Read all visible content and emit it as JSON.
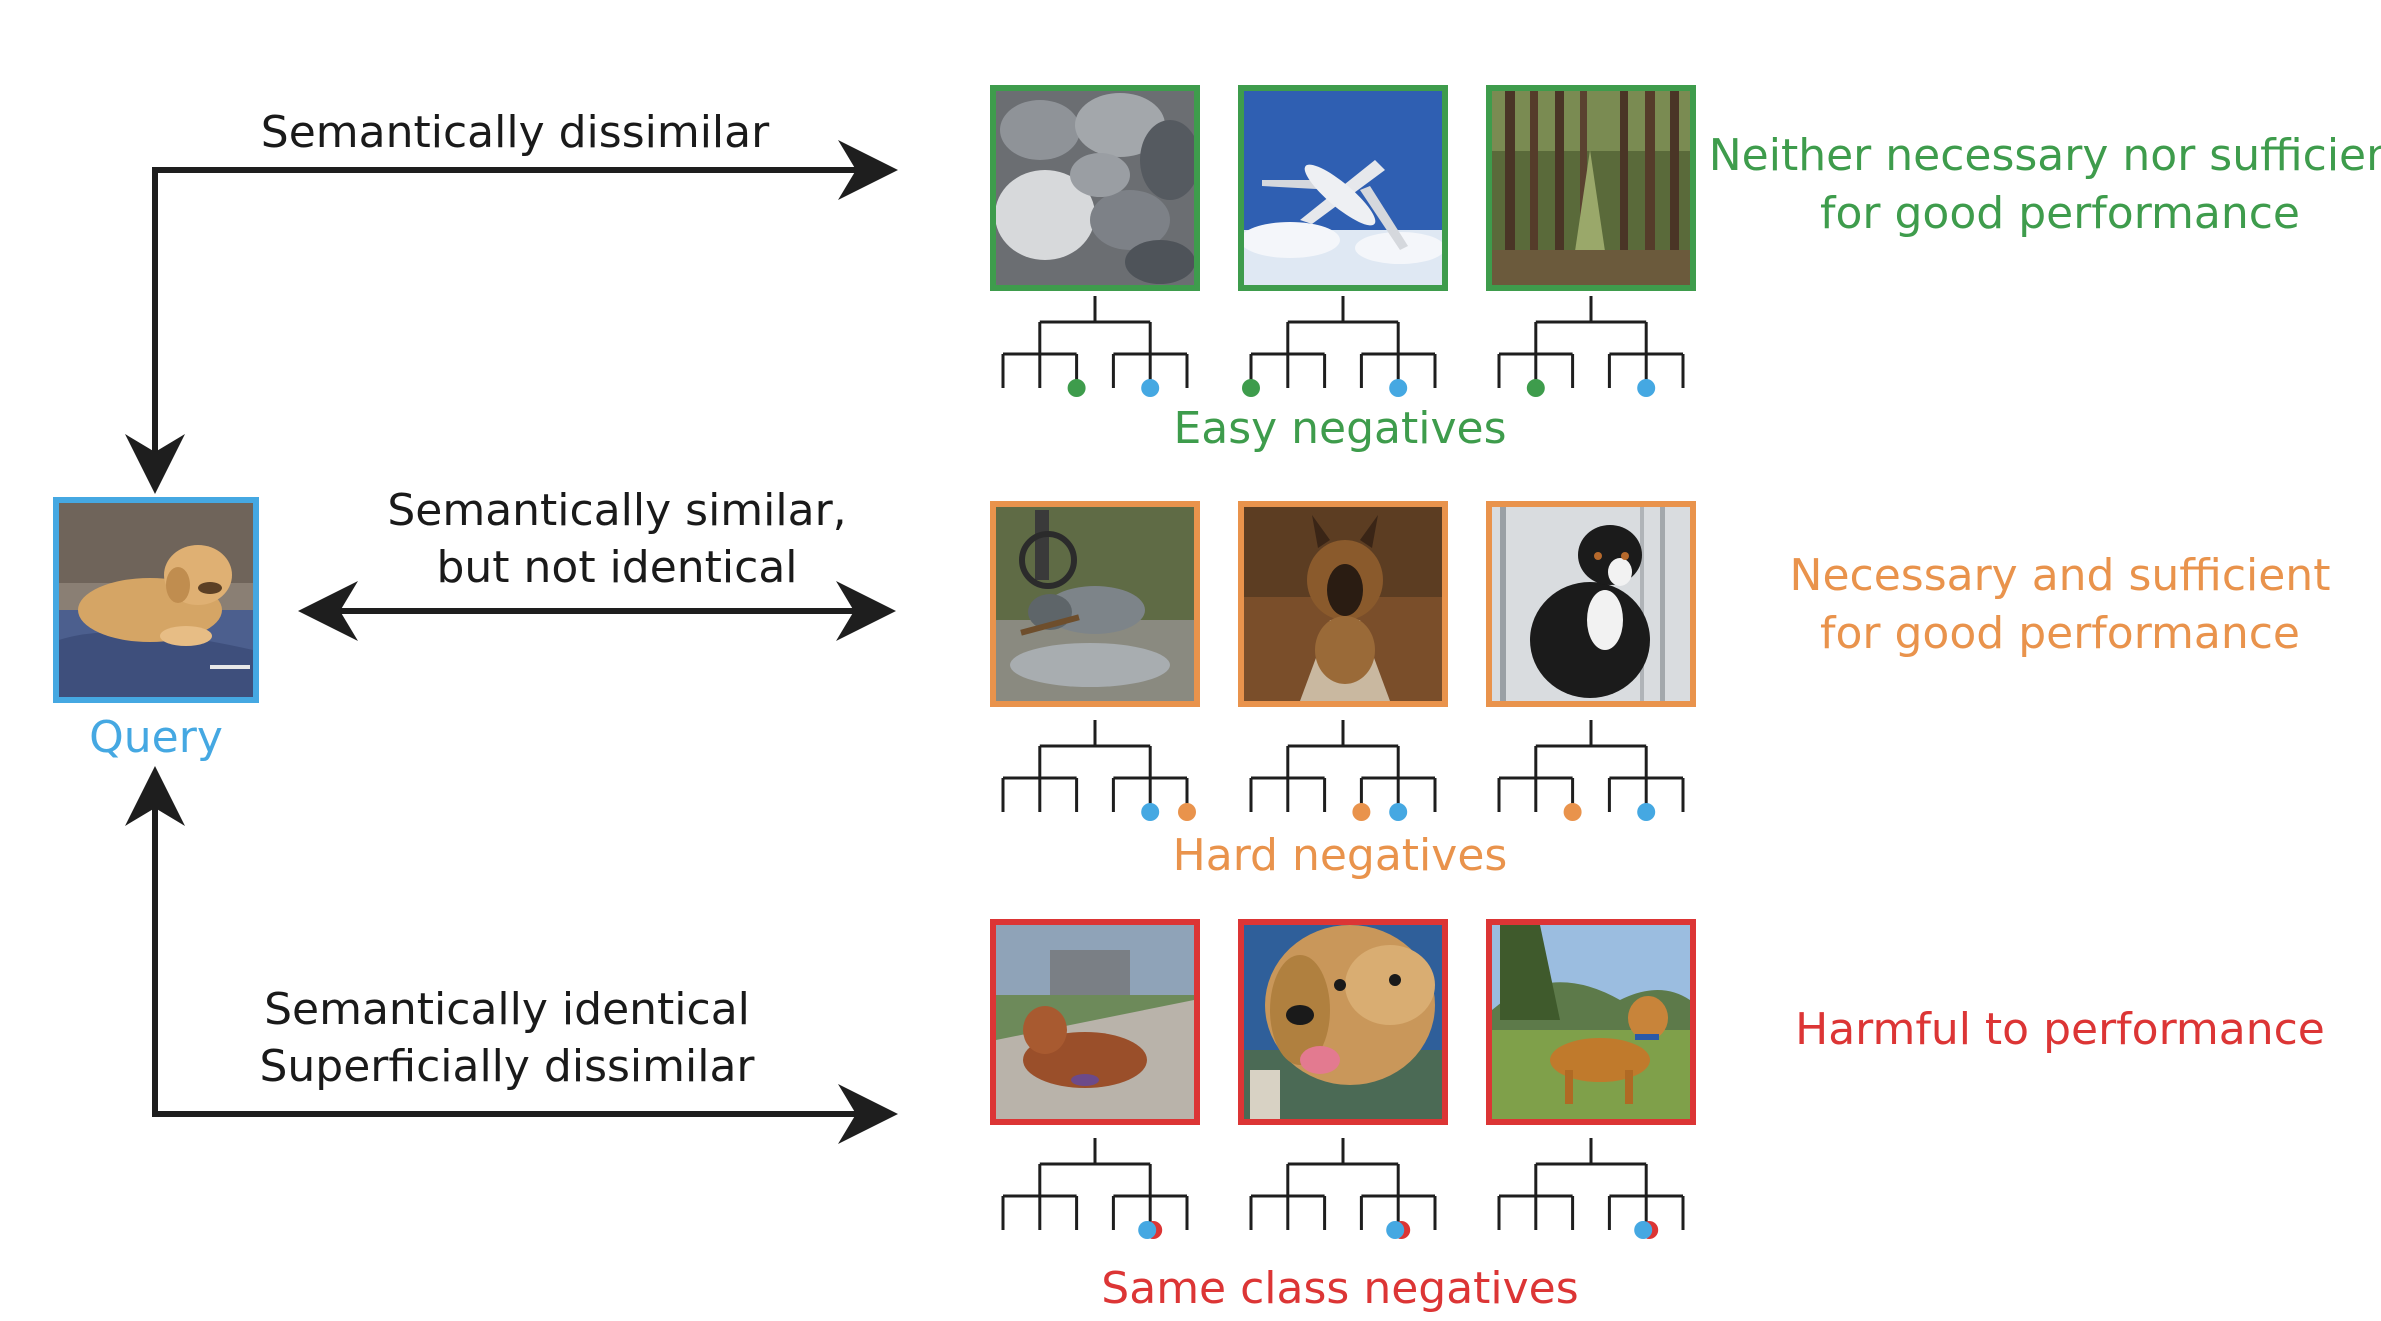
{
  "colors": {
    "easy": "#3e9c4c",
    "hard": "#e9934c",
    "same": "#dc3535",
    "query": "#45a8e2",
    "arrow": "#1e1e1e",
    "tree": "#1e1e1e"
  },
  "query": {
    "label": "Query",
    "image": "golden-retriever-puppy-lying-on-bed"
  },
  "arrows": {
    "top": {
      "label": "Semantically dissimilar"
    },
    "middle": {
      "line1": "Semantically similar,",
      "line2": "but not identical"
    },
    "bottom": {
      "line1": "Semantically identical",
      "line2": "Superficially dissimilar"
    }
  },
  "rows": [
    {
      "group": "easy",
      "label": "Easy negatives",
      "effect_line1": "Neither necessary nor sufficient",
      "effect_line2": "for good performance",
      "images": [
        "river-stones",
        "airplane-in-sky",
        "pine-forest"
      ]
    },
    {
      "group": "hard",
      "label": "Hard negatives",
      "effect_line1": "Necessary and sufficient",
      "effect_line2": "for good performance",
      "images": [
        "australian-shepherd-with-stick",
        "german-shepherd-running",
        "bernese-mountain-dog-in-snow"
      ]
    },
    {
      "group": "same",
      "label": "Same class negatives",
      "effect_line1": "Harmful to performance",
      "effect_line2": "",
      "images": [
        "golden-retriever-lying-on-sidewalk",
        "golden-retriever-head-closeup",
        "golden-retriever-standing-on-grass"
      ]
    }
  ],
  "tree_markers": [
    [
      {
        "query_leaf": 4,
        "neg_leaf": 2
      },
      {
        "query_leaf": 4,
        "neg_leaf": 0
      },
      {
        "query_leaf": 4,
        "neg_leaf": 1
      }
    ],
    [
      {
        "query_leaf": 4,
        "neg_leaf": 5
      },
      {
        "query_leaf": 4,
        "neg_leaf": 3
      },
      {
        "query_leaf": 4,
        "neg_leaf": 2
      }
    ],
    [
      {
        "query_leaf": 4,
        "neg_leaf": 4
      },
      {
        "query_leaf": 4,
        "neg_leaf": 4
      },
      {
        "query_leaf": 4,
        "neg_leaf": 4
      }
    ]
  ]
}
